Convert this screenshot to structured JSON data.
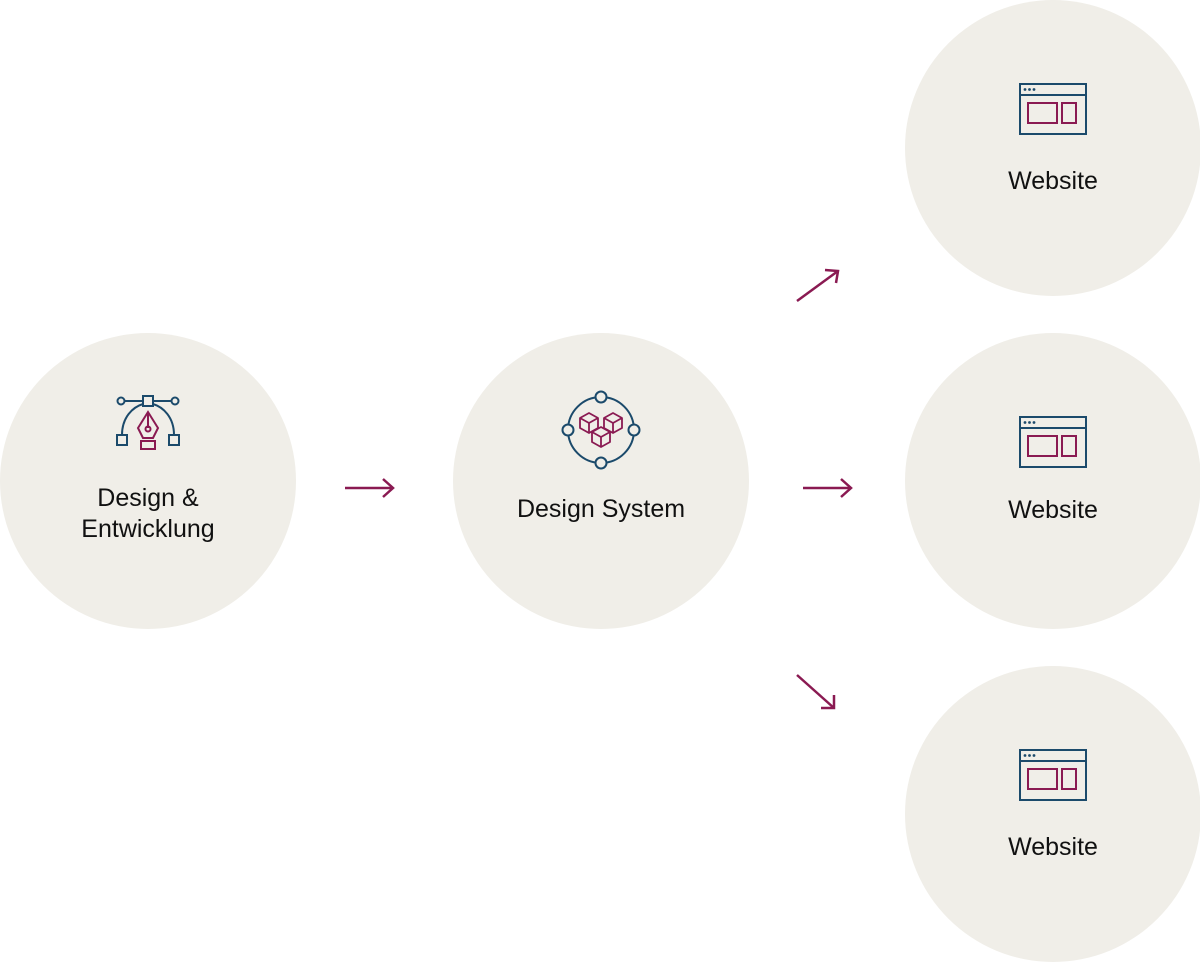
{
  "colors": {
    "circle": "#f0eee8",
    "primary": "#1b4a6b",
    "accent": "#8a1a52",
    "text": "#111111"
  },
  "nodes": {
    "design": {
      "label": "Design &\nEntwicklung",
      "icon": "pen-tool-icon"
    },
    "system": {
      "label": "Design System",
      "icon": "component-cubes-icon"
    },
    "website_1": {
      "label": "Website",
      "icon": "browser-window-icon"
    },
    "website_2": {
      "label": "Website",
      "icon": "browser-window-icon"
    },
    "website_3": {
      "label": "Website",
      "icon": "browser-window-icon"
    }
  },
  "arrows": [
    "arrow-right",
    "arrow-up-right",
    "arrow-right",
    "arrow-down-right"
  ]
}
